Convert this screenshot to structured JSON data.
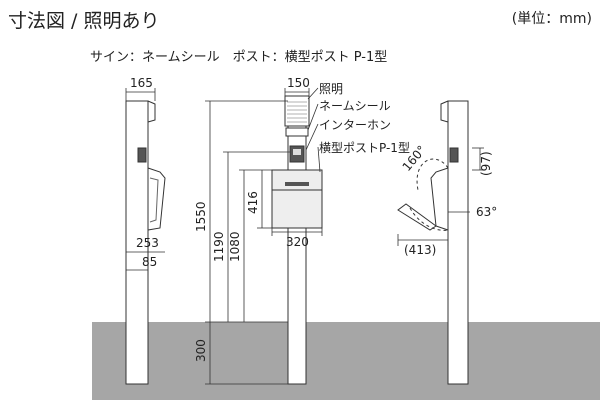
{
  "header": {
    "title": "寸法図 / 照明あり",
    "unit": "(単位：mm)",
    "subtitle": "サイン：ネームシール　ポスト：横型ポスト P-1型"
  },
  "callouts": {
    "light": "照明",
    "name_seal": "ネームシール",
    "intercom": "インターホン",
    "post": "横型ポストP-1型"
  },
  "dimensions": {
    "left_top_width": "165",
    "left_depth": "253",
    "left_pole": "85",
    "front_top_width": "150",
    "front_total_height": "1550",
    "front_intercom_height": "1190",
    "front_post_height": "1080",
    "front_post_box_height": "416",
    "front_post_width": "320",
    "embed_depth": "300",
    "right_lid_angle": "160°",
    "right_top": "(97)",
    "right_flap_angle": "63°",
    "right_open_width": "(413)"
  },
  "colors": {
    "ground": "#a6a6a6",
    "line": "#333333",
    "post_box": "#eeeeee"
  }
}
